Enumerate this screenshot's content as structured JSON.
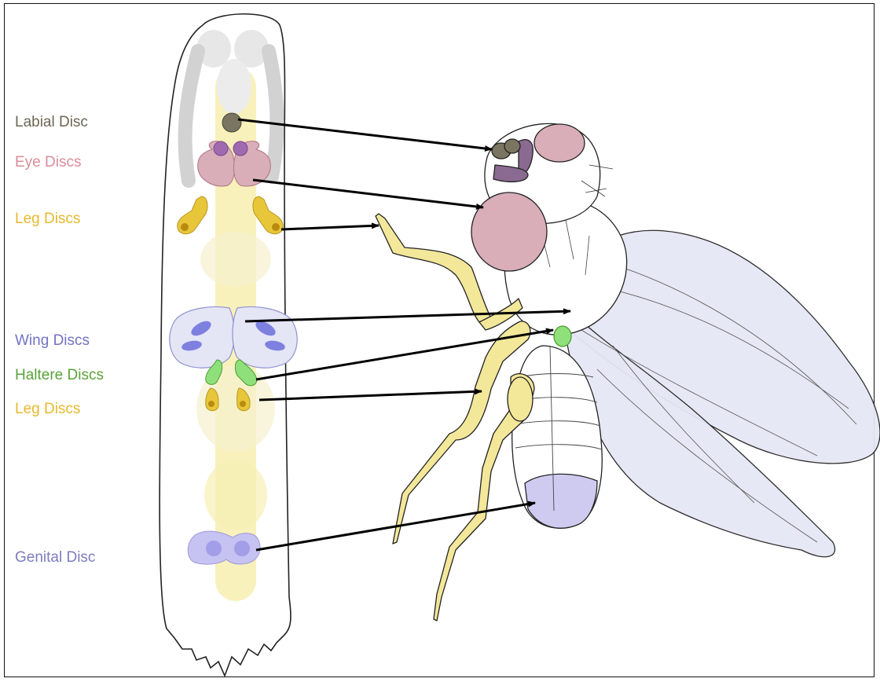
{
  "labels": {
    "labial": "Labial Disc",
    "eye": "Eye Discs",
    "leg1": "Leg Discs",
    "wing": "Wing Discs",
    "haltere": "Haltere Discs",
    "leg2": "Leg Discs",
    "genital": "Genital Disc"
  },
  "colors": {
    "labial": "#6b6654",
    "eye": "#d98c9a",
    "leg": "#e6b92e",
    "wing": "#7373c4",
    "haltere": "#5aa33a",
    "genital": "#7d7dc0",
    "leg_fill": "#f3e79a",
    "eye_fill": "#d9aeb8",
    "wing_fill": "#e6e7f5",
    "genital_fill": "#cfcbf0",
    "haltere_fill": "#8fe07a"
  },
  "icons": {
    "larva": "larva-outline",
    "fly": "adult-fly-drawing",
    "arrow": "mapping-arrow"
  }
}
